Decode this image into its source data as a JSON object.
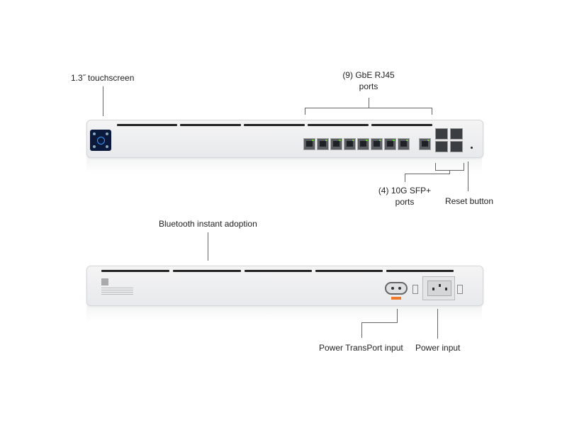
{
  "front_labels": {
    "touchscreen": "1.3˝ touchscreen",
    "rj45_line1": "(9) GbE RJ45",
    "rj45_line2": "ports",
    "sfp_line1": "(4) 10G SFP+",
    "sfp_line2": "ports",
    "reset": "Reset button"
  },
  "back_labels": {
    "bluetooth": "Bluetooth instant adoption",
    "power_transport": "Power TransPort input",
    "power_input": "Power input"
  },
  "colors": {
    "port_led": "#66cc33",
    "screen": "#0b1a3c",
    "transport_tag": "#f07a2a"
  }
}
